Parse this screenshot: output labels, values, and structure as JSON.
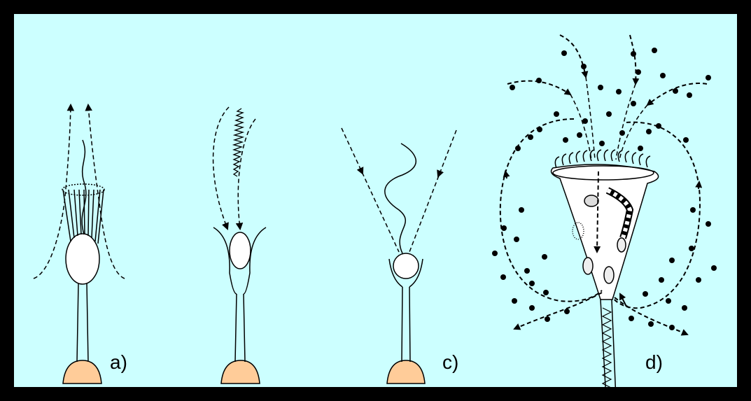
{
  "colors": {
    "background": "#ccffff",
    "border": "#000000",
    "substrate": "#ffcc99",
    "cell_fill": "#ffffff",
    "stroke": "#000000"
  },
  "panels": [
    {
      "id": "a",
      "label": "a)"
    },
    {
      "id": "b",
      "label": ""
    },
    {
      "id": "c",
      "label": "c)"
    },
    {
      "id": "d",
      "label": "d)"
    }
  ]
}
